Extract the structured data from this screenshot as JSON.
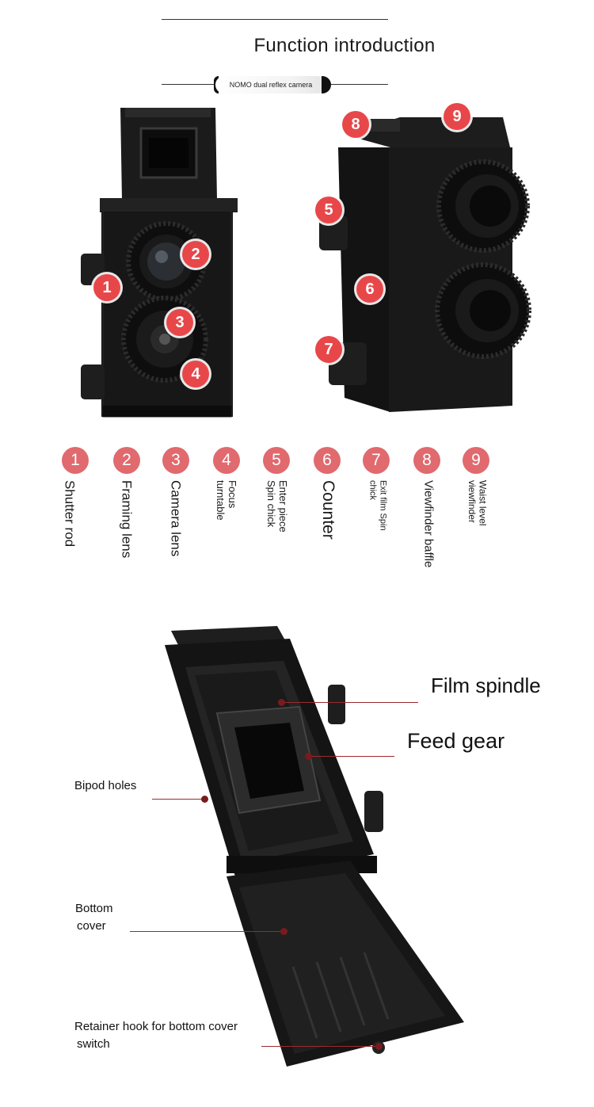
{
  "header": {
    "title": "Function introduction",
    "subtitle": "NOMO dual reflex camera"
  },
  "front_view_badges": [
    "1",
    "2",
    "3",
    "4"
  ],
  "side_view_badges": [
    "5",
    "6",
    "7",
    "8",
    "9"
  ],
  "legend": [
    {
      "num": "1",
      "label": "Shutter rod"
    },
    {
      "num": "2",
      "label": "Framing lens"
    },
    {
      "num": "3",
      "label": "Camera lens"
    },
    {
      "num": "4",
      "label": "Focus turntable"
    },
    {
      "num": "5",
      "label": "Enter piece Spin chick"
    },
    {
      "num": "6",
      "label": "Counter"
    },
    {
      "num": "7",
      "label": "Exit film Spin chick"
    },
    {
      "num": "8",
      "label": "Viewfinder baffle"
    },
    {
      "num": "9",
      "label": "Waist level viewfinder"
    }
  ],
  "callouts": {
    "film_spindle": "Film spindle",
    "feed_gear": "Feed gear",
    "bipod_holes": "Bipod holes",
    "bottom_cover_line1": "Bottom",
    "bottom_cover_line2": "cover",
    "retainer_line1": "Retainer hook for bottom cover",
    "retainer_line2": "switch"
  },
  "colors": {
    "badge": "#e8474a",
    "legend_badge": "#e06a6e",
    "camera_body": "#151515"
  }
}
